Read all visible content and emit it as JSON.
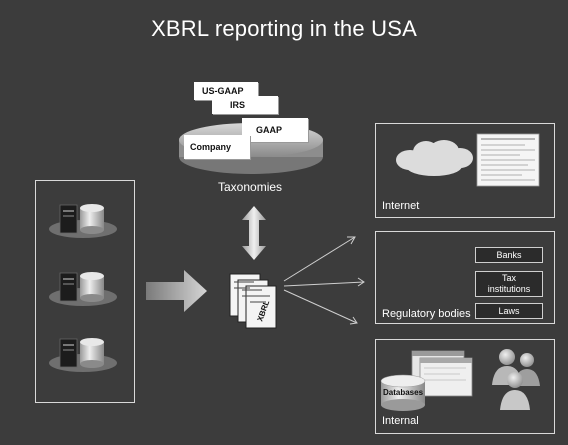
{
  "title": "XBRL reporting in the USA",
  "taxonomies": {
    "label": "Taxonomies",
    "papers": [
      "US-GAAP",
      "IRS",
      "GAAP",
      "Company"
    ]
  },
  "xbrl_label": "XBRL",
  "targets": {
    "internet": {
      "label": "Internet"
    },
    "regulatory": {
      "label": "Regulatory bodies",
      "items": [
        "Banks",
        "Tax institutions",
        "Laws"
      ]
    },
    "internal": {
      "label": "Internal",
      "databases_label": "Databases"
    }
  },
  "colors": {
    "background": "#3c3c3c",
    "panel_border": "#d9d9d9",
    "text": "#ffffff"
  },
  "icons": [
    "server-icon",
    "database-icon",
    "cloud-icon",
    "report-document-icon",
    "xbrl-documents-icon",
    "people-icon",
    "double-arrow-icon",
    "arrow-right-icon"
  ]
}
